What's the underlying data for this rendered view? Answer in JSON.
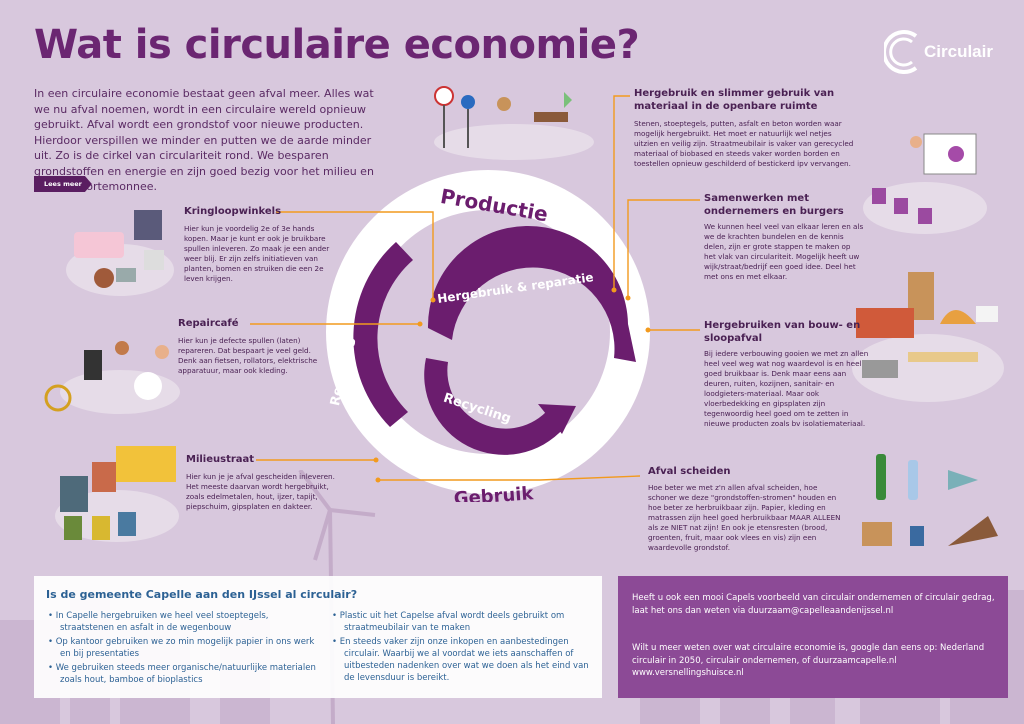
{
  "title": "Wat is circulaire economie?",
  "logo": {
    "text": "Circulair",
    "icon": "circular-logo-icon"
  },
  "intro": "In een circulaire economie bestaat geen afval meer. Alles wat we nu afval noemen, wordt in een circulaire wereld opnieuw gebruikt. Afval wordt een grondstof voor nieuwe producten. Hierdoor verspillen we minder en putten we de aarde minder uit. Zo is de cirkel van circulariteit rond. We besparen grondstoffen en energie en zijn goed bezig voor het milieu en voor de portemonnee.",
  "leesmeer": "Lees meer",
  "diagram": {
    "productie": "Productie",
    "hergebruik": "Hergebruik & reparatie",
    "recycling_inner": "Recycling",
    "recycling_outer": "Recycling",
    "gebruik": "Gebruik"
  },
  "left_sections": [
    {
      "title": "Kringloopwinkels",
      "body": "Hier kun je voordelig 2e of 3e hands kopen. Maar je kunt er ook je bruikbare spullen inleveren. Zo maak je een ander weer blij. Er zijn zelfs initiatieven van planten, bomen en struiken die een 2e leven krijgen."
    },
    {
      "title": "Repaircafé",
      "body": "Hier kun je defecte spullen (laten) repareren. Dat bespaart je veel geld. Denk aan fietsen, rollators, elektrische apparatuur, maar ook kleding."
    },
    {
      "title": "Milieustraat",
      "body": "Hier kun je je afval gescheiden inleveren. Het meeste daarvan wordt hergebruikt, zoals edelmetalen, hout, ijzer, tapijt, piepschuim, gipsplaten en dakteer."
    }
  ],
  "right_sections": [
    {
      "title": "Hergebruik en slimmer gebruik van materiaal in de openbare ruimte",
      "body": "Stenen, stoeptegels, putten, asfalt en beton worden waar mogelijk hergebruikt. Het moet er natuurlijk wel netjes uitzien en veilig zijn. Straatmeubilair is vaker van gerecycled materiaal of biobased en steeds vaker worden borden en toestellen opnieuw geschilderd of bestickerd ipv vervangen."
    },
    {
      "title": "Samenwerken met ondernemers en burgers",
      "body": "We kunnen heel veel van elkaar leren en als we de krachten bundelen en de kennis delen, zijn er grote stappen te maken op het vlak van circulariteit. Mogelijk heeft uw wijk/straat/bedrijf een goed idee. Deel het met ons en met elkaar."
    },
    {
      "title": "Hergebruiken van bouw- en sloopafval",
      "body": "Bij iedere verbouwing gooien we met zn allen heel veel weg wat nog waardevol is en heel goed bruikbaar is. Denk maar eens aan deuren, ruiten, kozijnen, sanitair- en loodgieters-materiaal. Maar ook vloerbedekking en gipsplaten zijn tegenwoordig heel goed om te zetten in nieuwe producten zoals bv isolatiemateriaal."
    },
    {
      "title": "Afval scheiden",
      "body": "Hoe beter we met z'n allen afval scheiden, hoe schoner we deze \"grondstoffen-stromen\" houden en hoe beter ze herbruikbaar zijn. Papier, kleding en matrassen zijn heel goed herbruikbaar MAAR ALLEEN als ze NIET nat zijn! En ook je etensresten (brood, groenten, fruit, maar ook vlees en vis) zijn een waardevolle grondstof."
    }
  ],
  "bottom": {
    "title": "Is de gemeente Capelle aan den IJssel al circulair?",
    "col1": [
      "• In Capelle hergebruiken we heel veel stoeptegels, straatstenen en asfalt in de wegenbouw",
      "• Op kantoor gebruiken we zo min mogelijk papier in ons werk en bij presentaties",
      "• We gebruiken steeds meer organische/natuurlijke materialen zoals hout, bamboe of bioplastics"
    ],
    "col2": [
      "• Plastic uit het Capelse afval wordt deels gebruikt om straatmeubilair van te maken",
      "• En steeds vaker zijn onze inkopen en aanbestedingen circulair. Waarbij we al voordat we iets aanschaffen of uitbesteden nadenken over wat we doen als het eind van de levensduur is bereikt."
    ]
  },
  "contact": {
    "p1": "Heeft u ook een mooi Capels voorbeeld van circulair ondernemen of circulair gedrag, laat het ons dan weten via duurzaam@capelleaandenijssel.nl",
    "p2": "Wilt u meer weten over wat circulaire economie is, google dan eens op: Nederland circulair in 2050, circulair ondernemen, of duurzaamcapelle.nl www.versnellingshuisce.nl"
  },
  "colors": {
    "purple": "#6b1d6e",
    "orange": "#f29a1e",
    "bg": "#d8c8dd",
    "blue": "#1f5a8f"
  }
}
